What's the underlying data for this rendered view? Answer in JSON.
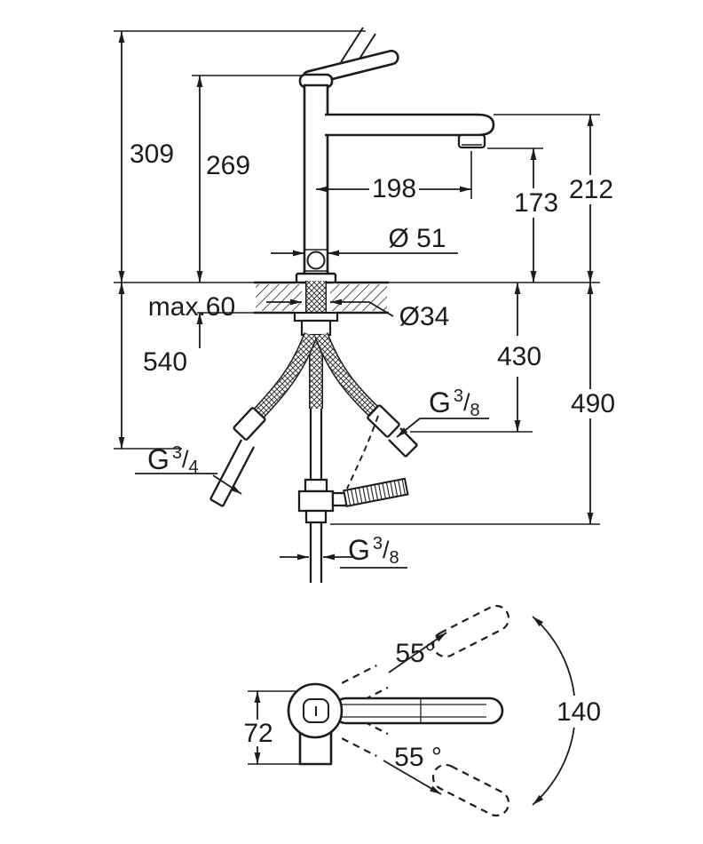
{
  "side_view": {
    "dims": {
      "overall_height": "309",
      "body_height": "269",
      "spout_reach": "198",
      "outlet_height": "173",
      "spout_top_height": "212",
      "body_diameter": "Ø 51",
      "max_deck_thickness": "max.60",
      "hole_diameter": "Ø34",
      "hose_length_a": "430",
      "hose_length_b": "540",
      "install_depth": "490"
    },
    "threads": {
      "left": {
        "prefix": "G",
        "numerator": "3",
        "slash": "/",
        "denominator": "4"
      },
      "right": {
        "prefix": "G",
        "numerator": "3",
        "slash": "/",
        "denominator": "8"
      },
      "bottom": {
        "prefix": "G",
        "numerator": "3",
        "slash": "/",
        "denominator": "8"
      }
    }
  },
  "top_view": {
    "dims": {
      "swivel_upper": "55°",
      "swivel_lower": "55 °",
      "swivel_range": "140",
      "base_height": "72"
    }
  },
  "colors": {
    "line": "#1c1c1c",
    "background": "#ffffff"
  }
}
